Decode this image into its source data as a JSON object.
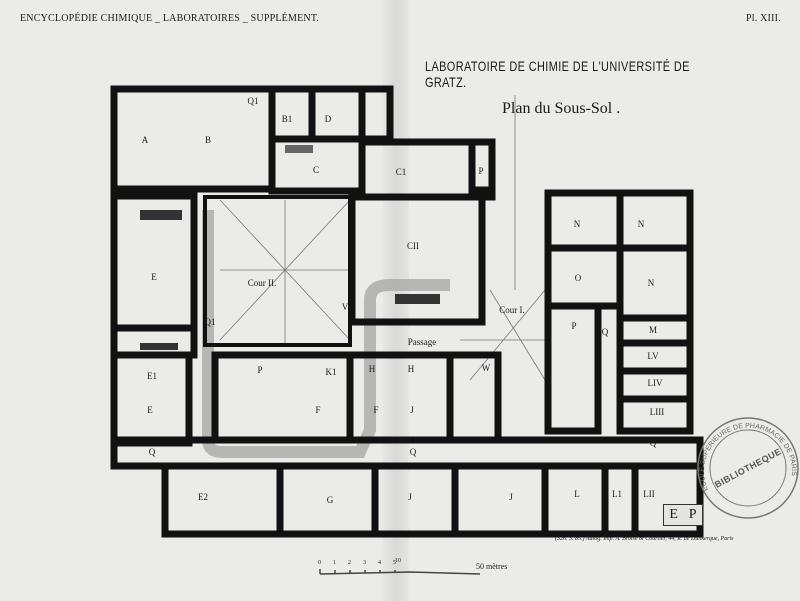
{
  "header": {
    "series": "ENCYCLOPÉDIE CHIMIQUE _ LABORATOIRES _ SUPPLÉMENT.",
    "plate": "Pl. XIII."
  },
  "plan": {
    "title": "LABORATOIRE DE CHIMIE DE L'UNIVERSITÉ DE GRATZ.",
    "subtitle": "Plan du Sous-Sol .",
    "rooms": [
      "A",
      "B",
      "Q1",
      "B1",
      "D",
      "C",
      "C1",
      "P",
      "E",
      "Cour II.",
      "CII",
      "V",
      "Cour I.",
      "Passage",
      "N",
      "N",
      "O",
      "N",
      "P",
      "M",
      "LV",
      "LIV",
      "LIII",
      "Q",
      "E1",
      "E",
      "P",
      "K1",
      "H",
      "H",
      "W",
      "F",
      "F",
      "J",
      "Q",
      "Q",
      "J",
      "J",
      "L",
      "L1",
      "LII",
      "E2",
      "G",
      "Q1",
      "Q"
    ]
  },
  "scale": {
    "ticks": [
      "0",
      "1",
      "2",
      "3",
      "4",
      "5",
      "10"
    ],
    "unit_label": "50 mètres"
  },
  "imprint": "(326. 3. 85.) Autog. Imp.  A. Broise & Courtier, 44, R. de Dunkerque, Paris",
  "logo": {
    "left": "E",
    "right": "P"
  },
  "stamp": {
    "ring_text": "ECOLE SUPERIEURE DE PHARMACIE DE PARIS",
    "center_text": "BIBLIOTHEQUE"
  },
  "colors": {
    "ink": "#111111",
    "paper": "#ebebe8",
    "corridor": "#a9a9a6"
  }
}
